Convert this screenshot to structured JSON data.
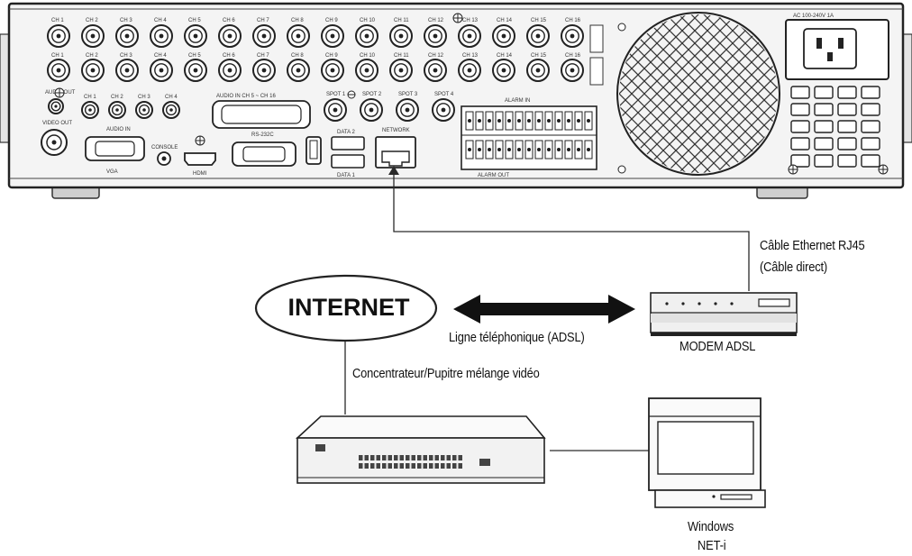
{
  "dvr": {
    "video_in_labels": [
      "CH 1",
      "CH 2",
      "CH 3",
      "CH 4",
      "CH 5",
      "CH 6",
      "CH 7",
      "CH 8",
      "CH 9",
      "CH 10",
      "CH 11",
      "CH 12",
      "CH 13",
      "CH 14",
      "CH 15",
      "CH 16"
    ],
    "loop_labels": [
      "CH 1",
      "CH 2",
      "CH 3",
      "CH 4",
      "CH 5",
      "CH 6",
      "CH 7",
      "CH 8",
      "CH 9",
      "CH 10",
      "CH 11",
      "CH 12",
      "CH 13",
      "CH 14",
      "CH 15",
      "CH 16"
    ],
    "audio_in_labels": [
      "CH 1",
      "CH 2",
      "CH 3",
      "CH 4"
    ],
    "audio_in_title": "AUDIO IN",
    "audio_out": "AUDIO OUT",
    "video_out": "VIDEO OUT",
    "vga": "VGA",
    "console": "CONSOLE",
    "hdmi": "HDMI",
    "rs232c": "RS-232C",
    "audio_in_ch5_16": "AUDIO IN CH 5 ~ CH 16",
    "data2": "DATA 2",
    "data1": "DATA 1",
    "network": "NETWORK",
    "spot_labels": [
      "SPOT 1",
      "SPOT 2",
      "SPOT 3",
      "SPOT 4"
    ],
    "alarm_in": "ALARM IN",
    "alarm_out": "ALARM OUT",
    "ac_input": "AC 100-240V 1A"
  },
  "labels": {
    "internet": "INTERNET",
    "adsl_line": "Ligne téléphonique (ADSL)",
    "modem": "MODEM ADSL",
    "cable_line1": "Câble Ethernet RJ45",
    "cable_line2": "(Câble direct)",
    "hub": "Concentrateur/Pupitre mélange vidéo",
    "pc_line1": "Windows",
    "pc_line2": "NET-i"
  },
  "colors": {
    "line": "#2a2a2a",
    "panel": "#f4f4f4",
    "device_fill": "#e9e9e9"
  }
}
